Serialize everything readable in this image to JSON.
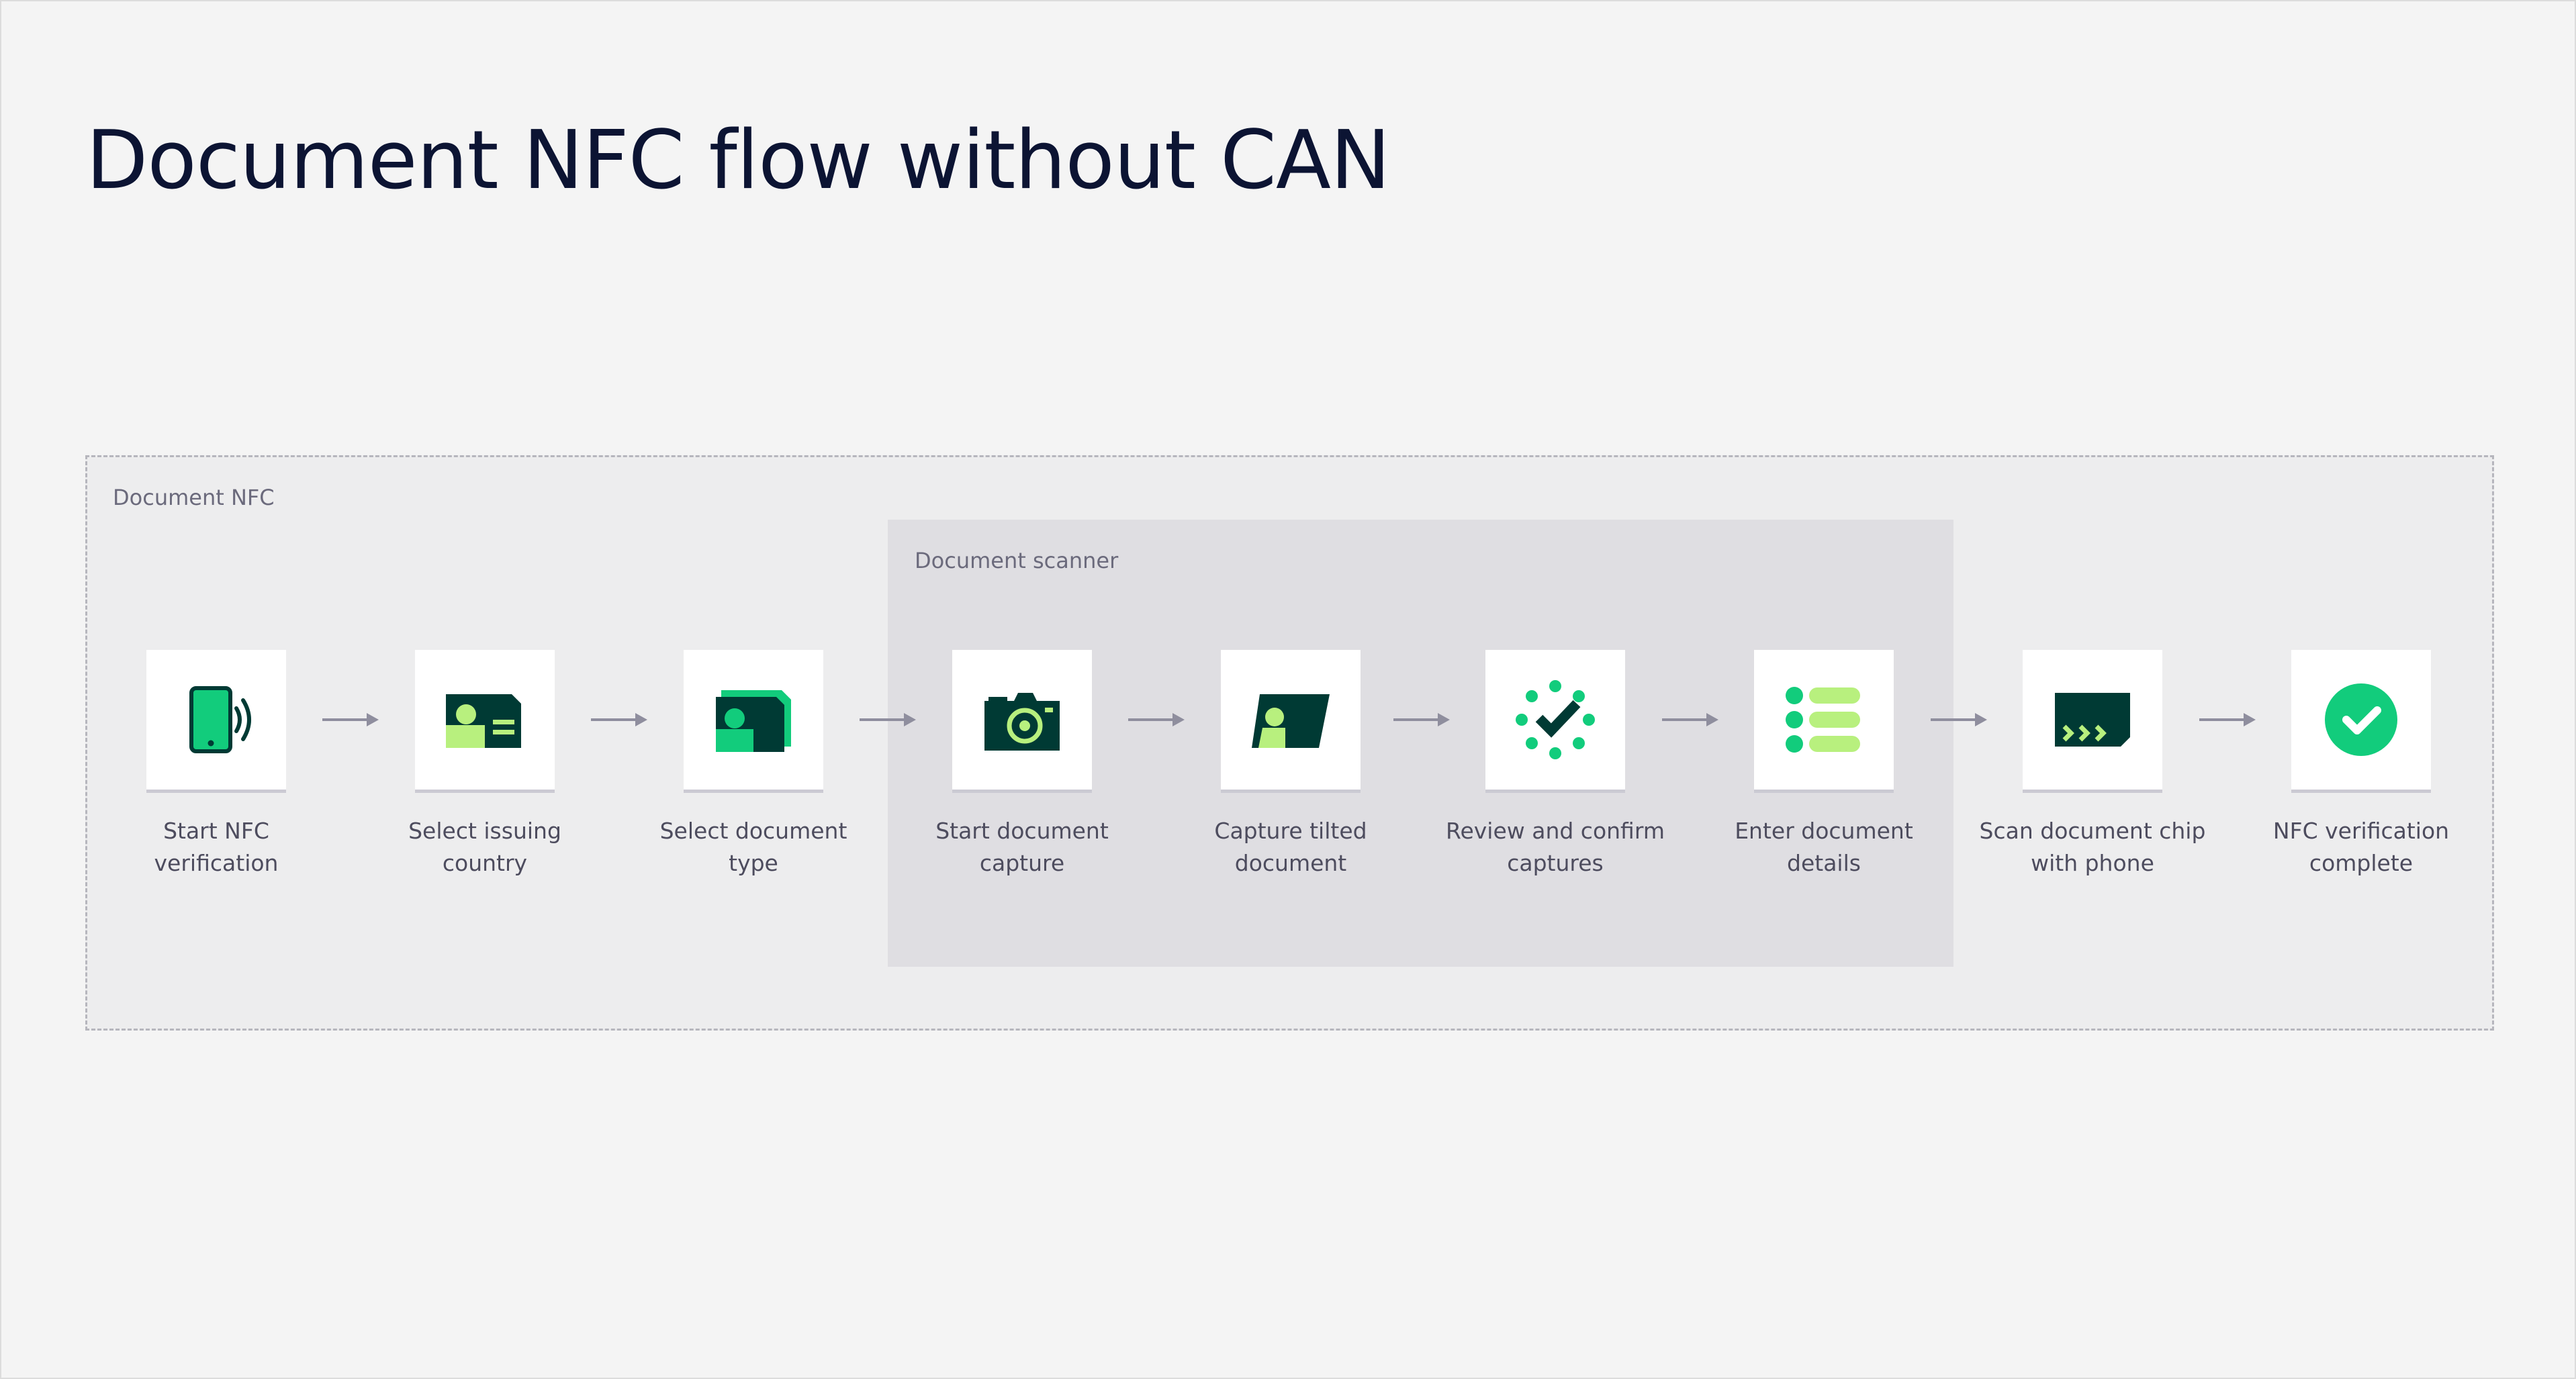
{
  "title": "Document NFC flow without CAN",
  "groups": {
    "outer_label": "Document NFC",
    "inner_label": "Document scanner"
  },
  "colors": {
    "dark": "#003a34",
    "green": "#12cc7c",
    "light_green": "#b8f07e",
    "arrow": "#8f8e9e",
    "text": "#4d4c5e"
  },
  "steps": [
    {
      "icon": "nfc-phone-icon",
      "line1": "Start NFC verification",
      "line2": ""
    },
    {
      "icon": "id-card-icon",
      "line1": "Select issuing",
      "line2": "country"
    },
    {
      "icon": "document-stack-icon",
      "line1": "Select document",
      "line2": "type"
    },
    {
      "icon": "camera-icon",
      "line1": "Start document",
      "line2": "capture"
    },
    {
      "icon": "tilted-document-icon",
      "line1": "Capture tilted",
      "line2": "document"
    },
    {
      "icon": "review-check-icon",
      "line1": "Review and confirm",
      "line2": "captures"
    },
    {
      "icon": "form-list-icon",
      "line1": "Enter document",
      "line2": "details"
    },
    {
      "icon": "chip-card-icon",
      "line1": "Scan document chip",
      "line2": "with phone"
    },
    {
      "icon": "check-circle-icon",
      "line1": "NFC verification",
      "line2": "complete"
    }
  ]
}
